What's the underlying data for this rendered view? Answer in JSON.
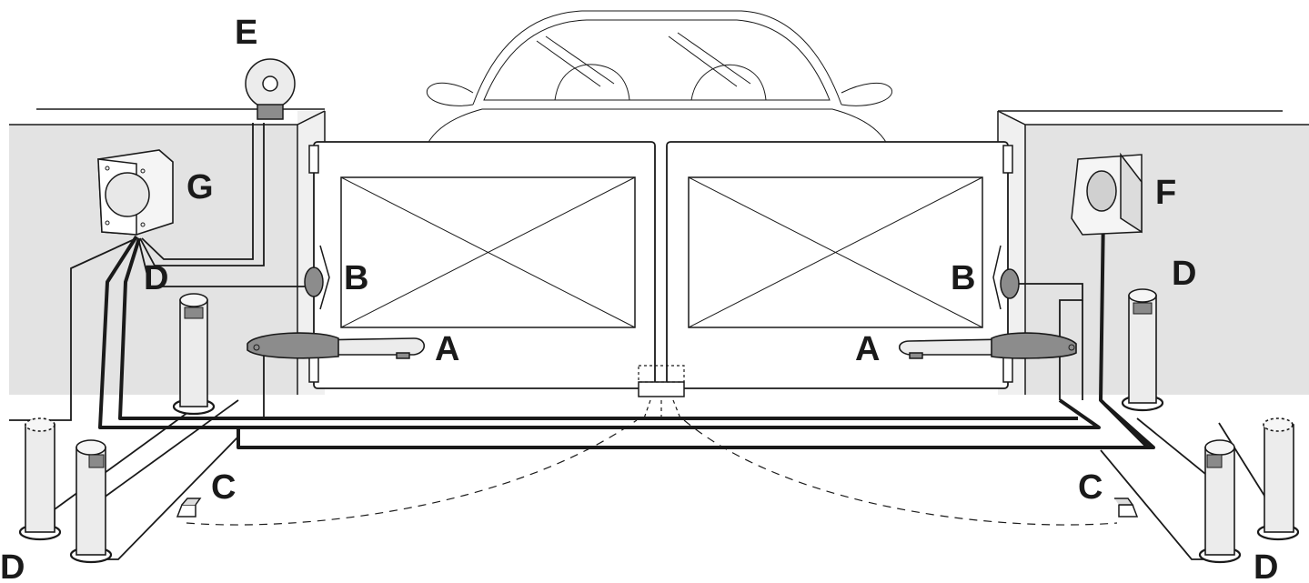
{
  "labels": {
    "arm_motor": "A",
    "photocell": "B",
    "floor_stop": "C",
    "post_photocell": "D",
    "flashing_light": "E",
    "key_selector": "F",
    "control_unit": "G"
  },
  "colors": {
    "wall": "#e3e3e3",
    "line": "#1a1a1a",
    "motor_dark": "#8c8c8c",
    "background": "#ffffff"
  }
}
